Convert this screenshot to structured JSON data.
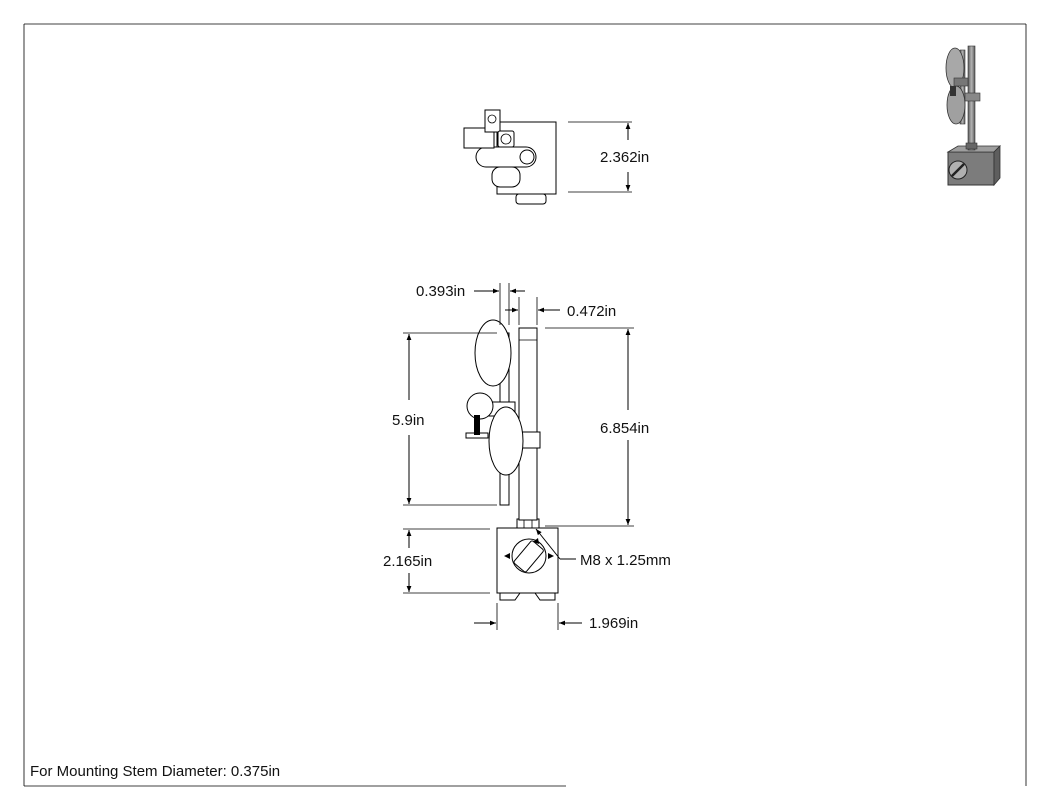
{
  "dimensions": {
    "top_view_height": "2.362in",
    "rod_offset": "0.393in",
    "rod_width": "0.472in",
    "arm_height": "5.9in",
    "rod_height": "6.854in",
    "base_height": "2.165in",
    "base_width": "1.969in"
  },
  "thread_callout": "M8 x 1.25mm",
  "note": "For Mounting Stem Diameter: 0.375in",
  "colors": {
    "line": "#000000",
    "paper": "#ffffff",
    "render_metal": "#8a8a8a",
    "render_dark": "#4a4a4a"
  }
}
